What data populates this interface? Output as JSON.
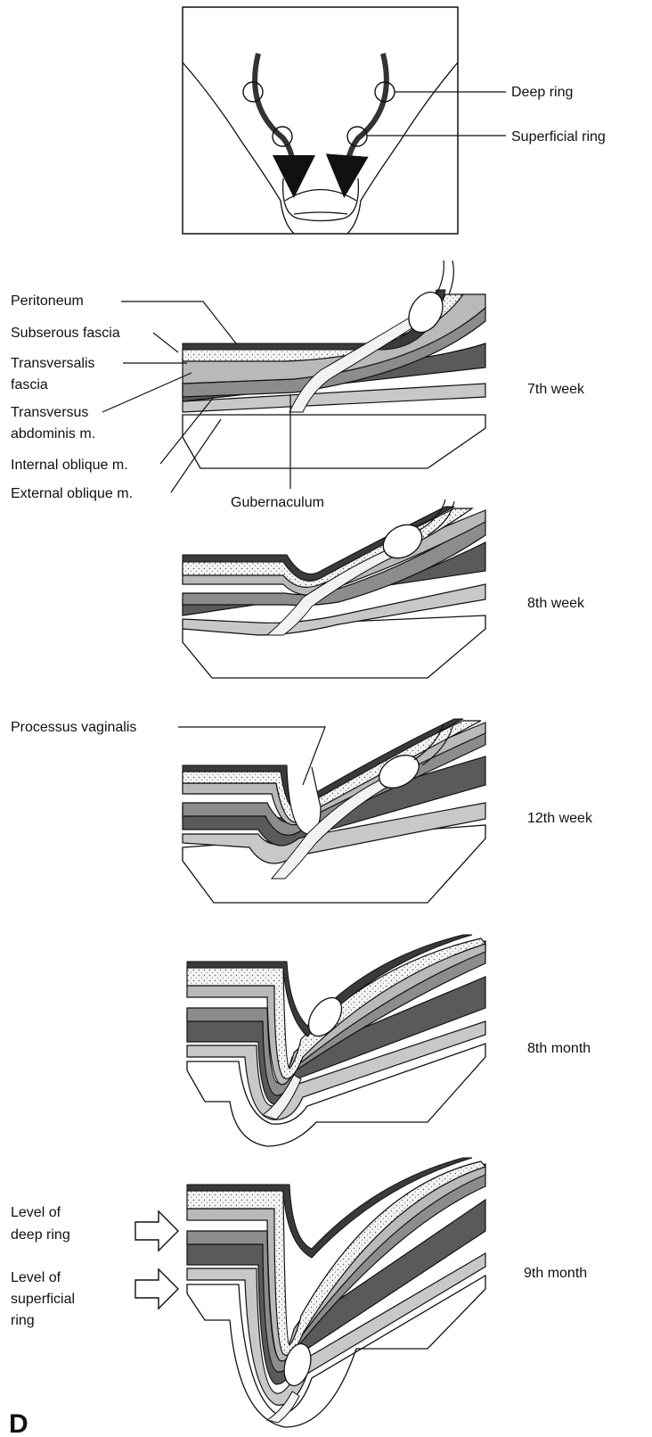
{
  "overview": {
    "labels": {
      "deep_ring": "Deep ring",
      "superficial_ring": "Superficial ring"
    }
  },
  "layer_labels": {
    "peritoneum": "Peritoneum",
    "subserous_fascia": "Subserous fascia",
    "transversalis_1": "Transversalis",
    "transversalis_2": "fascia",
    "transversus_1": "Transversus",
    "transversus_2": "abdominis m.",
    "internal_oblique": "Internal oblique m.",
    "external_oblique": "External oblique m.",
    "gubernaculum": "Gubernaculum",
    "processus_vaginalis": "Processus vaginalis"
  },
  "stages": [
    "7th week",
    "8th week",
    "12th week",
    "8th month",
    "9th month"
  ],
  "ring_levels": {
    "deep_1": "Level of",
    "deep_2": "deep ring",
    "sup_1": "Level of",
    "sup_2": "superficial",
    "sup_3": "ring"
  },
  "panel_letter": "D",
  "colors": {
    "line": "#111111",
    "peritoneum": "#3a3a3a",
    "fascia_light": "#efefef",
    "transversalis": "#b9b9b9",
    "muscle_dark": "#5a5a5a",
    "muscle_mid": "#8c8c8c",
    "external": "#c8c8c8",
    "white": "#ffffff"
  }
}
